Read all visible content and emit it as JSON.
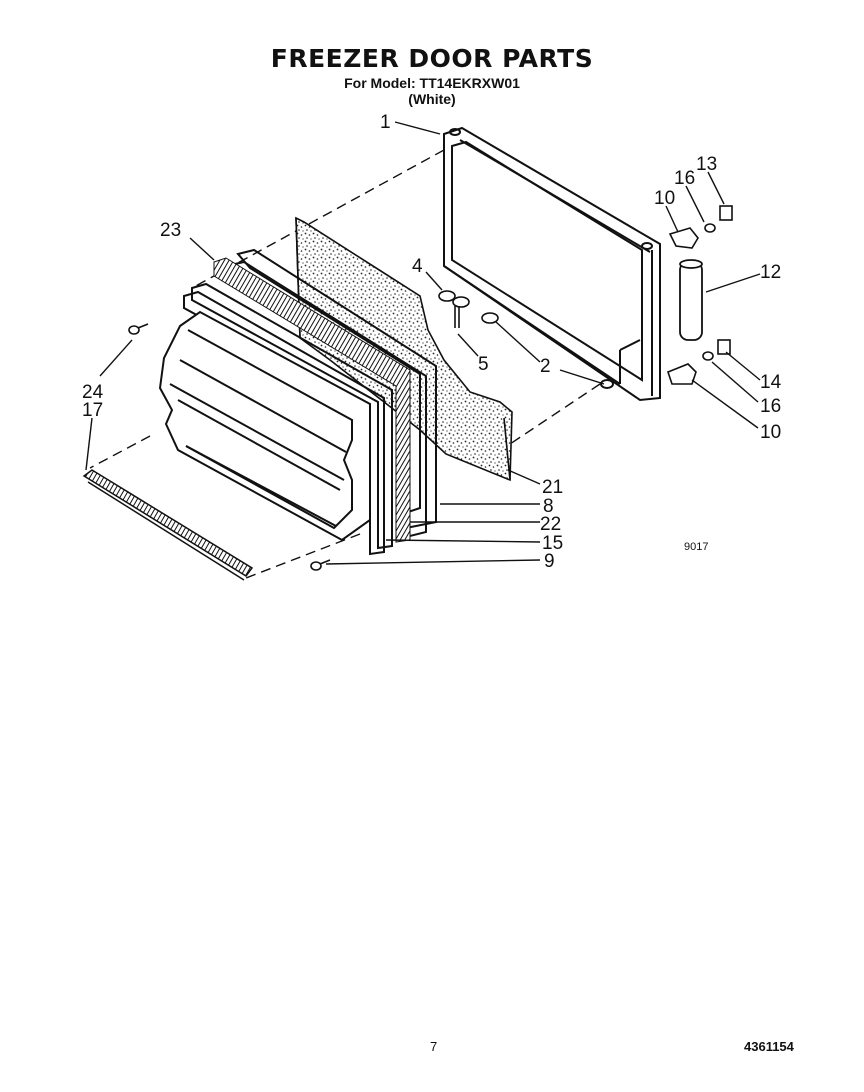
{
  "header": {
    "title": "FREEZER DOOR PARTS",
    "model_line": "For Model: TT14EKRXW01",
    "color_line": "(White)"
  },
  "callouts": [
    "1",
    "2",
    "4",
    "5",
    "8",
    "9",
    "10",
    "10",
    "12",
    "13",
    "14",
    "15",
    "16",
    "16",
    "17",
    "21",
    "22",
    "23",
    "24"
  ],
  "diagram_code": "9017",
  "footer": {
    "page_number": "7",
    "document_number": "4361154"
  }
}
